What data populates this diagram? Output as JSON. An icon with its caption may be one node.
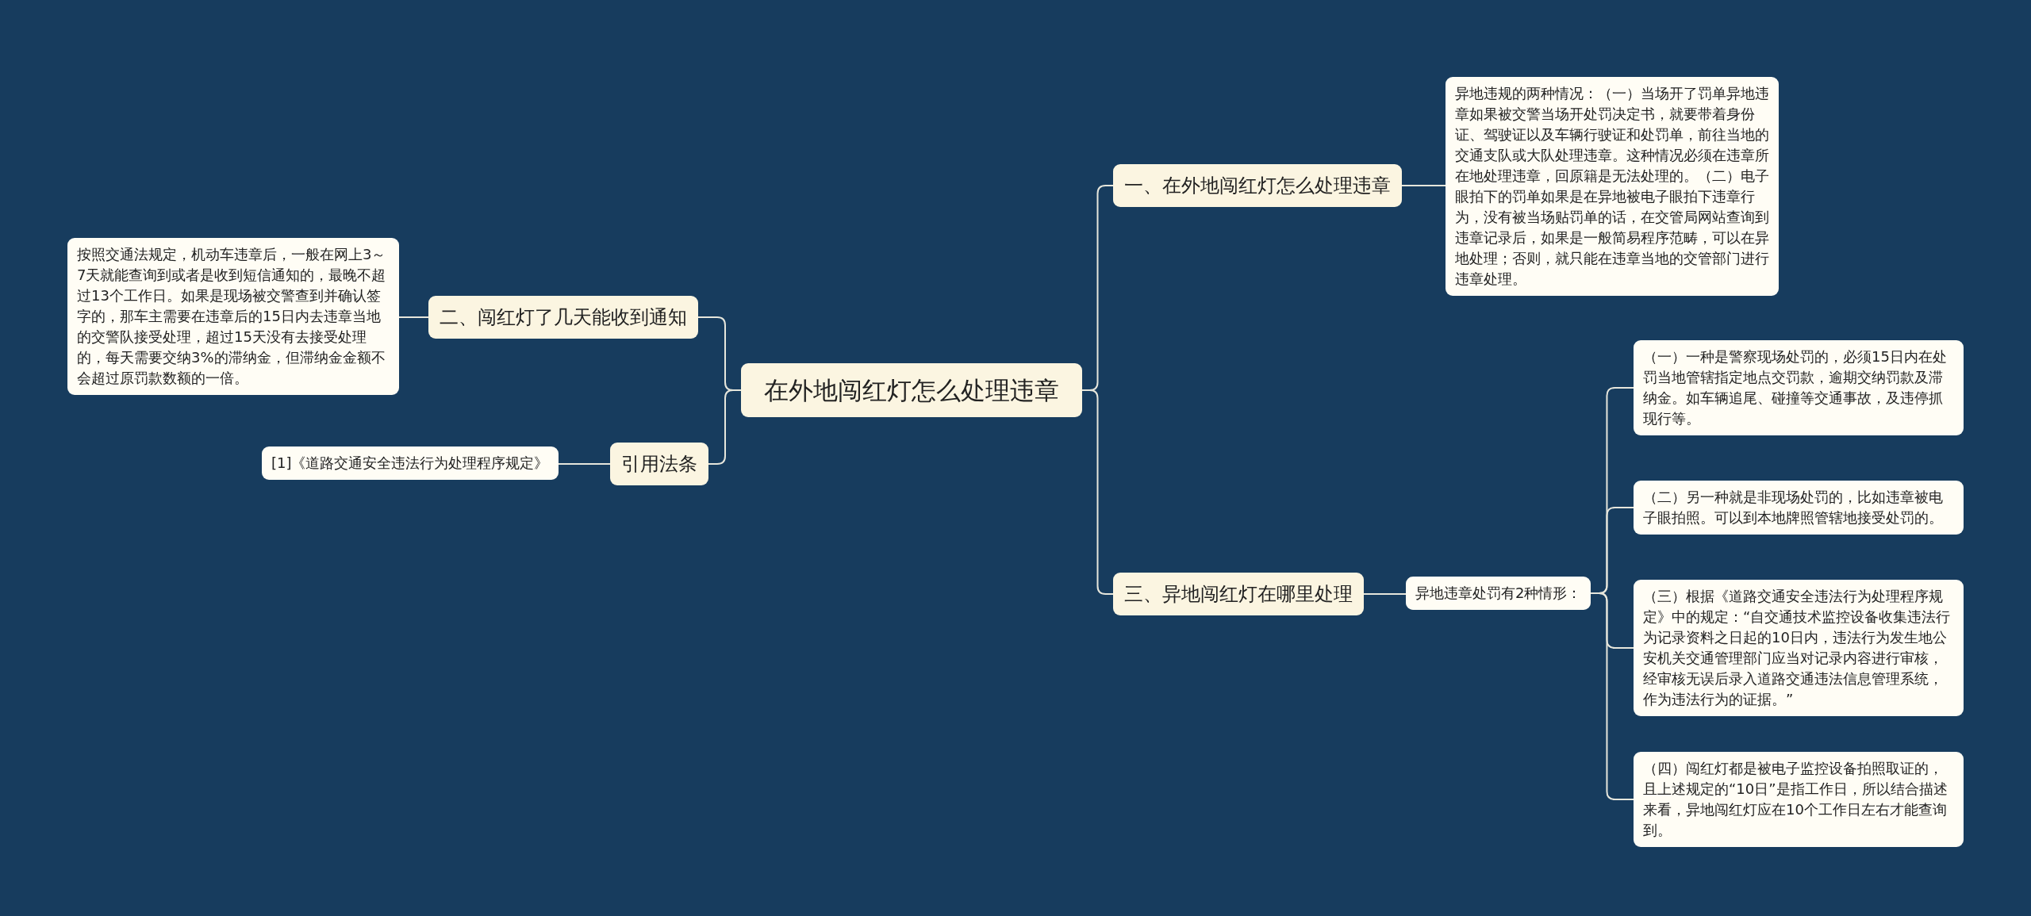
{
  "diagram": {
    "nodes": [
      {
        "text": [
          "在外地闯红灯怎么处理违章"
        ]
      },
      {
        "text": [
          "一、在外地闯红灯怎么处理违章"
        ]
      },
      {
        "text": [
          "异地违规的两种情况：（一）当场开了罚单异地违章如果被交警当场开处罚决定书，就要带着身份证、驾驶证以及车辆行驶证和处罚单，前往当地的交通支队或大队处理违章。这种情况必须在违章所在地处理违章，回原籍是无法处理的。（二）电子眼拍下的罚单如果是在异地被电子眼拍下违章行为，没有被当场贴罚单的话，在交管局网站查询到违章记录后，如果是一般简易程序范畴，可以在异地处理；否则，就只能在违章当地的交管部门进行违章处理。"
        ]
      },
      {
        "text": [
          "二、闯红灯了几天能收到通知"
        ]
      },
      {
        "text": [
          "按照交通法规定，机动车违章后，一般在网上3～7天就能查询到或者是收到短信通知的，最晚不超过13个工作日。如果是现场被交警查到并确认签字的，那车主需要在违章后的15日内去违章当地的交警队接受处理，超过15天没有去接受处理的，每天需要交纳3%的滞纳金，但滞纳金金额不会超过原罚款数额的一倍。"
        ]
      },
      {
        "text": [
          "引用法条"
        ]
      },
      {
        "text": [
          "[1]《道路交通安全违法行为处理程序规定》"
        ]
      },
      {
        "text": [
          "三、异地闯红灯在哪里处理"
        ]
      },
      {
        "text": [
          "异地违章处罚有2种情形："
        ]
      },
      {
        "text": [
          "（一）一种是警察现场处罚的，必须15日内在处罚当地管辖指定地点交罚款，逾期交纳罚款及滞纳金。如车辆追尾、碰撞等交通事故，及违停抓现行等。"
        ]
      },
      {
        "text": [
          "（二）另一种就是非现场处罚的，比如违章被电子眼拍照。可以到本地牌照管辖地接受处罚的。"
        ]
      },
      {
        "text": [
          "（三）根据《道路交通安全违法行为处理程序规定》中的规定：“自交通技术监控设备收集违法行为记录资料之日起的10日内，违法行为发生地公安机关交通管理部门应当对记录内容进行审核，经审核无误后录入道路交通违法信息管理系统，作为违法行为的证据。”"
        ]
      },
      {
        "text": [
          "（四）闯红灯都是被电子监控设备拍照取证的，且上述规定的“10日”是指工作日，所以结合描述来看，异地闯红灯应在10个工作日左右才能查询到。"
        ]
      }
    ],
    "edges": [
      {
        "from": 0,
        "to": 1,
        "arrow": "none"
      },
      {
        "from": 1,
        "to": 2,
        "arrow": "none"
      },
      {
        "from": 0,
        "to": 3,
        "arrow": "none"
      },
      {
        "from": 3,
        "to": 4,
        "arrow": "none"
      },
      {
        "from": 0,
        "to": 5,
        "arrow": "none"
      },
      {
        "from": 5,
        "to": 6,
        "arrow": "none"
      },
      {
        "from": 0,
        "to": 7,
        "arrow": "none"
      },
      {
        "from": 7,
        "to": 8,
        "arrow": "none"
      },
      {
        "from": 8,
        "to": 9,
        "arrow": "none"
      },
      {
        "from": 8,
        "to": 10,
        "arrow": "none"
      },
      {
        "from": 8,
        "to": 11,
        "arrow": "none"
      },
      {
        "from": 8,
        "to": 12,
        "arrow": "none"
      }
    ]
  }
}
